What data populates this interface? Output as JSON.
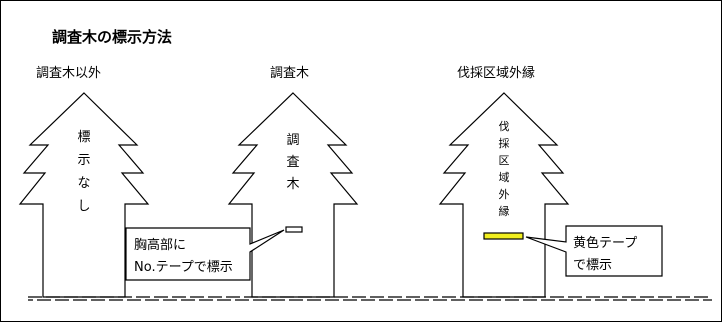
{
  "title": "調査木の標示方法",
  "trees": [
    {
      "caption": "調査木以外",
      "label_chars": [
        "標",
        "示",
        "な",
        "し"
      ]
    },
    {
      "caption": "調査木",
      "label_chars": [
        "調",
        "査",
        "木"
      ]
    },
    {
      "caption": "伐採区域外縁",
      "label_chars": [
        "伐",
        "採",
        "区",
        "域",
        "外",
        "縁"
      ]
    }
  ],
  "callouts": {
    "left": {
      "lines": [
        "胸高部に",
        "No.テープで標示"
      ]
    },
    "right": {
      "lines": [
        "黄色テープ",
        "で標示"
      ]
    }
  },
  "colors": {
    "line": "#000000",
    "tape_yellow": "#f2ef1f",
    "background": "#ffffff"
  }
}
